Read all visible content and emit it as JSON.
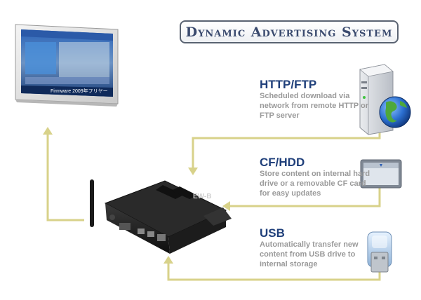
{
  "title": "Dynamic Advertising System",
  "sections": [
    {
      "heading": "HTTP/FTP",
      "description": "Scheduled download via network from remote HTTP or FTP server",
      "icon": "server-globe-icon"
    },
    {
      "heading": "CF/HDD",
      "description": "Store content on internal hard drive or a removable CF card for easy updates",
      "icon": "cf-card-icon"
    },
    {
      "heading": "USB",
      "description": "Automatically transfer new content from USB drive to internal storage",
      "icon": "usb-drive-icon"
    }
  ],
  "device": {
    "brand": "EW-B"
  },
  "display": {
    "ticker": "Firmware 2009年フリヤー"
  },
  "colors": {
    "arrow": "#d8d28a",
    "heading": "#1f3f7a",
    "description": "#9a9a9a",
    "title_border": "#5a6372",
    "title_text": "#3a4a6e"
  }
}
